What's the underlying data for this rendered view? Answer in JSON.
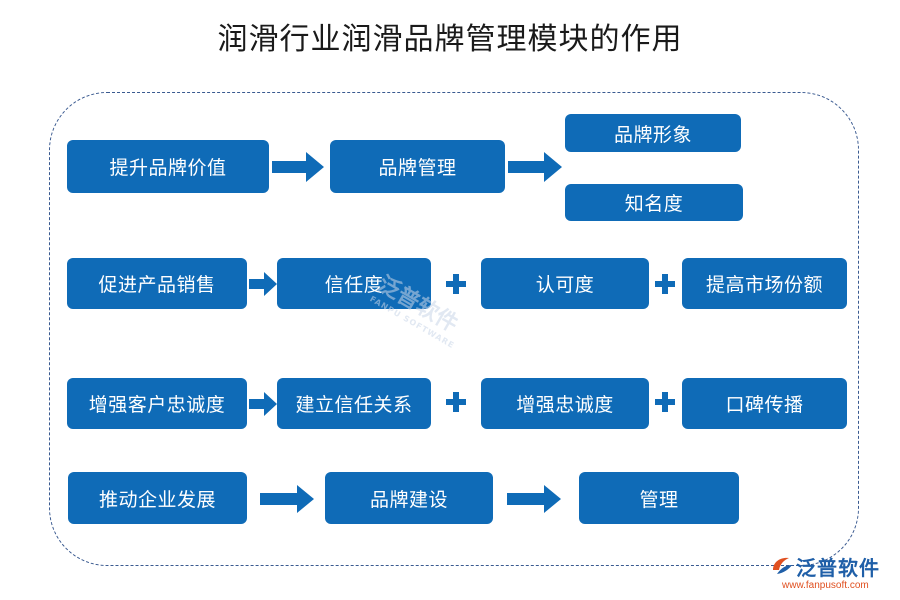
{
  "title": "润滑行业润滑品牌管理模块的作用",
  "rows": [
    {
      "head": "提升品牌价值",
      "middle": "品牌管理",
      "outputs": [
        "品牌形象",
        "知名度"
      ]
    },
    {
      "head": "促进产品销售",
      "items": [
        "信任度",
        "认可度",
        "提高市场份额"
      ]
    },
    {
      "head": "增强客户忠诚度",
      "items": [
        "建立信任关系",
        "增强忠诚度",
        "口碑传播"
      ]
    },
    {
      "head": "推动企业发展",
      "items": [
        "品牌建设",
        "管理"
      ]
    }
  ],
  "watermark": {
    "text": "泛普软件",
    "sub": "FANPU SOFTWARE"
  },
  "logo": {
    "name": "泛普软件",
    "url": "www.fanpusoft.com"
  },
  "colors": {
    "box": "#0f6bb7",
    "frame": "#3a5a90",
    "title": "#1a1a1a"
  }
}
